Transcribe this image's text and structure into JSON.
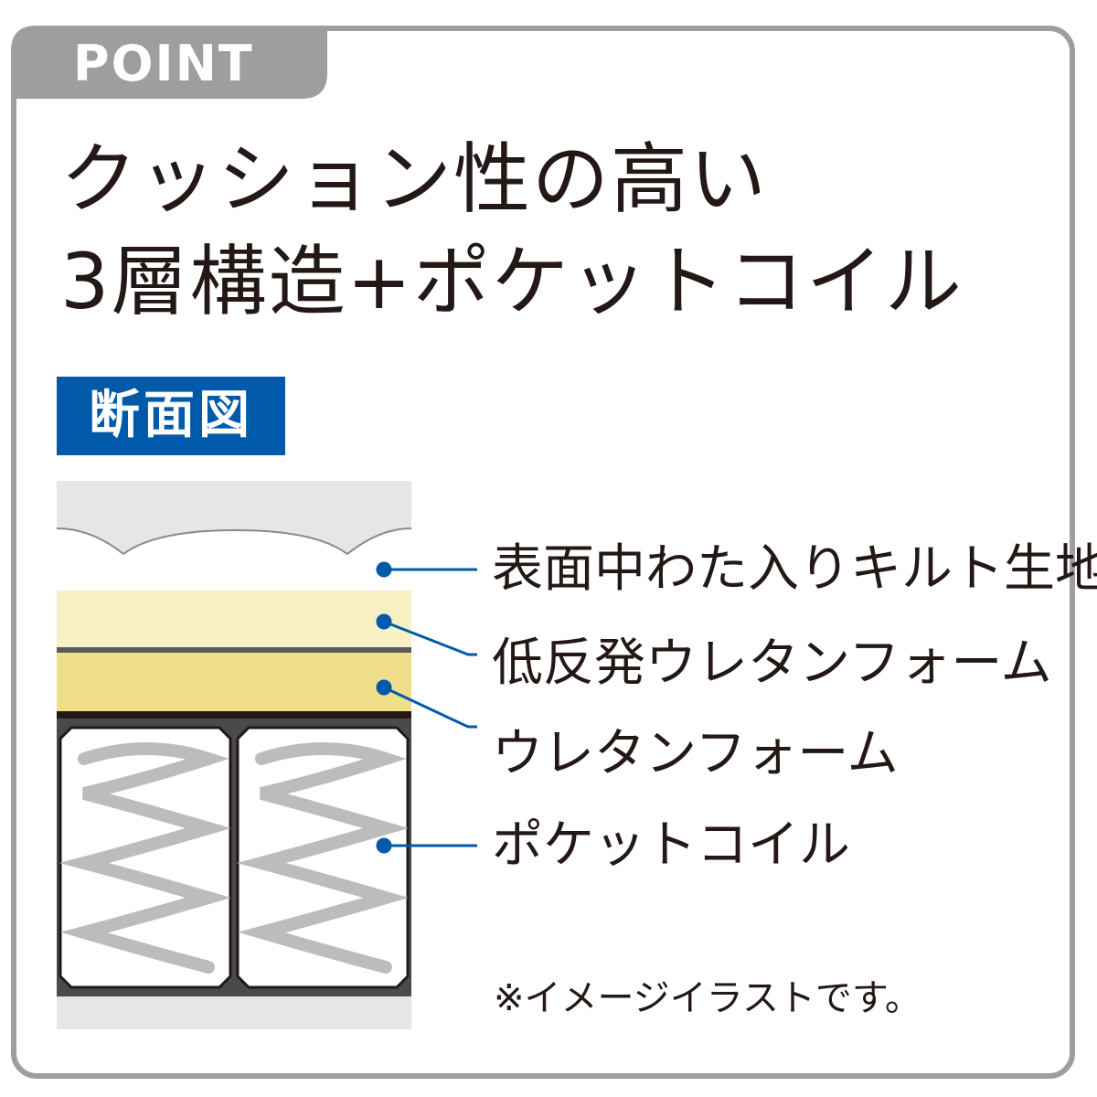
{
  "badge": {
    "label": "POINT",
    "color": "#9e9e9e"
  },
  "headline": {
    "line1": "クッション性の高い",
    "line2": "3層構造+ポケットコイル"
  },
  "section": {
    "label": "断面図",
    "color": "#0059a9"
  },
  "layers": [
    {
      "label": "表面中わた入りキルト生地",
      "color": "#e6e6e6"
    },
    {
      "label": "低反発ウレタンフォーム",
      "color": "#f7f0c4"
    },
    {
      "label": "ウレタンフォーム",
      "color": "#efdf8a"
    },
    {
      "label": "ポケットコイル",
      "color": "#bcbcbc"
    }
  ],
  "colors": {
    "leader": "#0059a9",
    "frame": "#9e9e9e",
    "text": "#231815"
  },
  "note": "※イメージイラストです。"
}
